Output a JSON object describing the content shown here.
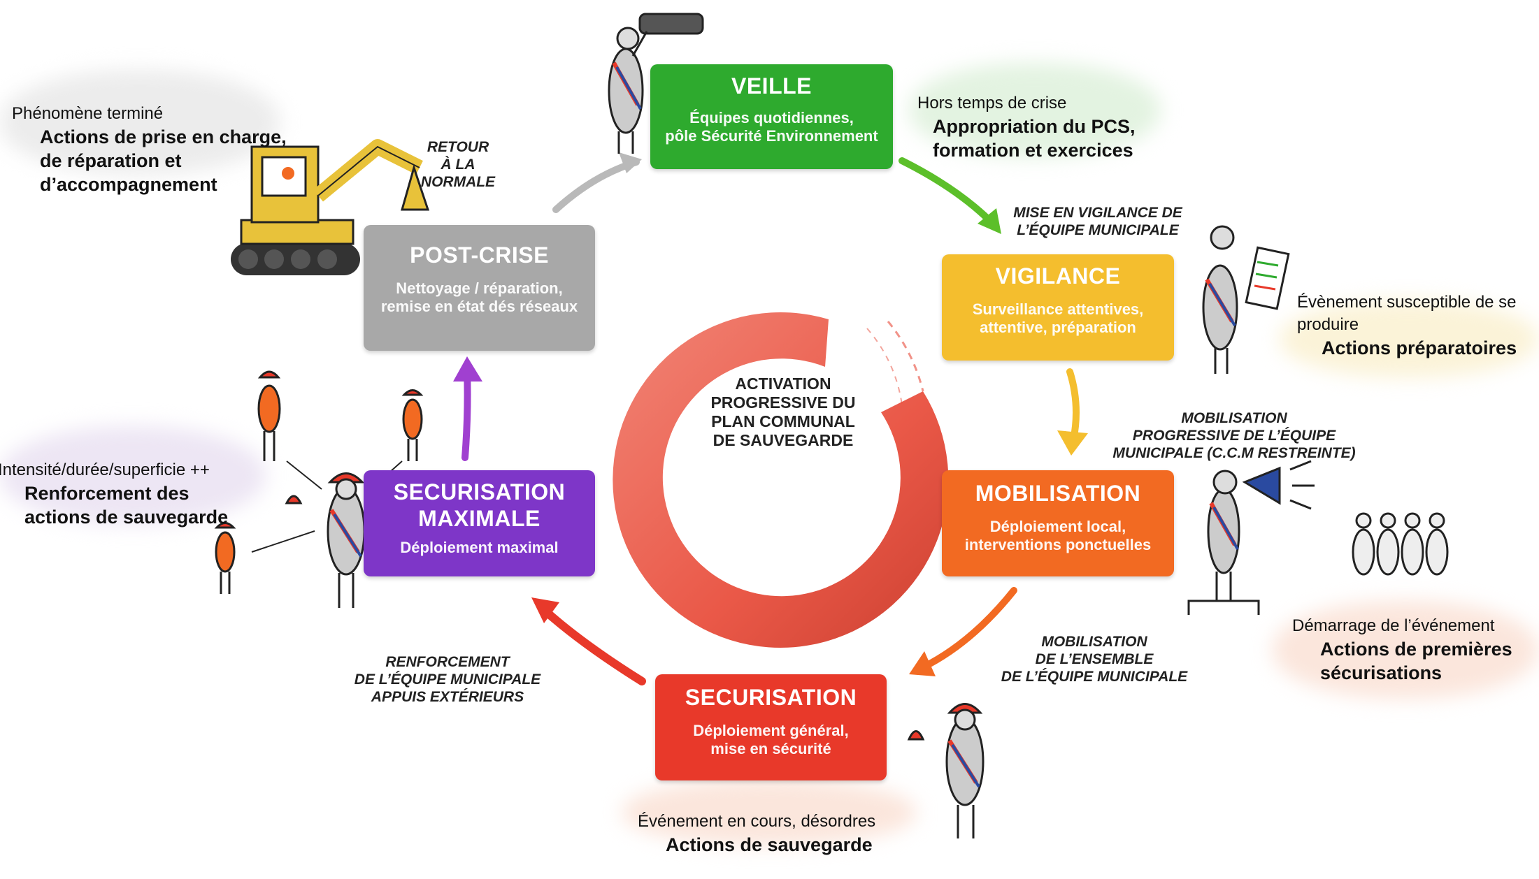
{
  "center": {
    "label": "ACTIVATION\nPROGRESSIVE DU\nPLAN COMMUNAL\nDE SAUVEGARDE"
  },
  "phases": {
    "veille": {
      "title": "VEILLE",
      "desc": "Équipes quotidiennes,\npôle Sécurité Environnement",
      "color": "#2eaa2e"
    },
    "vigilance": {
      "title": "VIGILANCE",
      "desc": "Surveillance attentives,\nattentive, préparation",
      "color": "#f4be2e"
    },
    "mobilisation": {
      "title": "MOBILISATION",
      "desc": "Déploiement local,\ninterventions ponctuelles",
      "color": "#f26a22"
    },
    "securisation": {
      "title": "SECURISATION",
      "desc": "Déploiement général,\nmise en sécurité",
      "color": "#e8392a"
    },
    "securisation_maximale": {
      "title": "SECURISATION\nMAXIMALE",
      "desc": "Déploiement maximal",
      "color": "#7e36c8"
    },
    "post_crise": {
      "title": "POST-CRISE",
      "desc": "Nettoyage / réparation,\nremise en état dés réseaux",
      "color": "#a8a8a8"
    }
  },
  "transitions": {
    "retour": "RETOUR\nÀ LA NORMALE",
    "vigilance": "MISE EN VIGILANCE DE\nL’ÉQUIPE MUNICIPALE",
    "mobilisation_progressive": "MOBILISATION\nPROGRESSIVE DE L’ÉQUIPE\nMUNICIPALE (C.C.M RESTREINTE)",
    "mobilisation_ensemble": "MOBILISATION\nDE L’ENSEMBLE\nDE L’ÉQUIPE MUNICIPALE",
    "renforcement": "RENFORCEMENT\nDE L’ÉQUIPE MUNICIPALE\nAPPUIS EXTÉRIEURS"
  },
  "notes": {
    "hors_crise": {
      "context": "Hors temps de crise",
      "actions": "Appropriation du PCS,\nformation et exercices"
    },
    "evenement": {
      "context": "Évènement susceptible de se\nproduire",
      "actions": "Actions préparatoires"
    },
    "demarrage": {
      "context": "Démarrage de l’événement",
      "actions": "Actions de premières\nsécurisations"
    },
    "en_cours": {
      "context": "Événement en cours, désordres",
      "actions": "Actions de sauvegarde"
    },
    "intensite": {
      "context": "Intensité/durée/superficie ++",
      "actions": "Renforcement des\nactions de sauvegarde"
    },
    "termine": {
      "context": "Phénomène terminé",
      "actions": "Actions de prise en charge,\nde réparation et\nd’accompagnement"
    }
  },
  "colors": {
    "arrow_gray": "#b9b9b9",
    "arrow_green": "#5cbf2a",
    "arrow_yellow": "#f4be2e",
    "arrow_orange": "#f26a22",
    "arrow_red": "#e8392a",
    "arrow_purple": "#a040d0",
    "wheel": "#ea4e3c",
    "blob_green": "#e3f3e1",
    "blob_yellow": "#fbf3d8",
    "blob_peach": "#fbe6dc",
    "blob_purple": "#ede6f4",
    "blob_gray": "#ececec"
  }
}
